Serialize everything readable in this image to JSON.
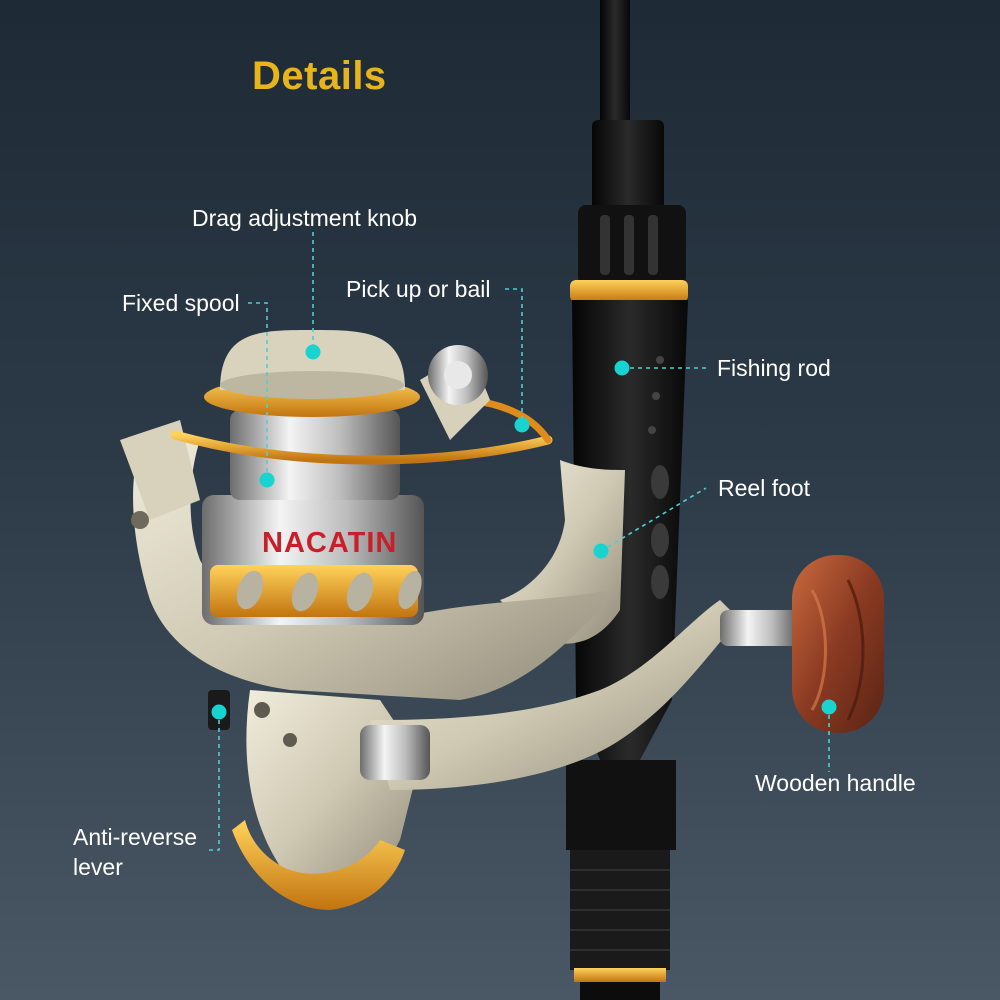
{
  "title": "Details",
  "brand_text": "NACATIN",
  "colors": {
    "title": "#e8b41e",
    "label": "#ffffff",
    "dot": "#19d3d0",
    "leader_line": "#4fd0d0",
    "brand": "#c8202a",
    "gold_accent": "#e0901a",
    "handle_wood": "#8a3a22"
  },
  "callouts": {
    "drag_adjustment_knob": "Drag adjustment knob",
    "pick_up_or_bail": "Pick up or bail",
    "fixed_spool": "Fixed spool",
    "fishing_rod": "Fishing rod",
    "reel_foot": "Reel foot",
    "wooden_handle": "Wooden handle",
    "anti_reverse_lever": "Anti-reverse lever"
  }
}
